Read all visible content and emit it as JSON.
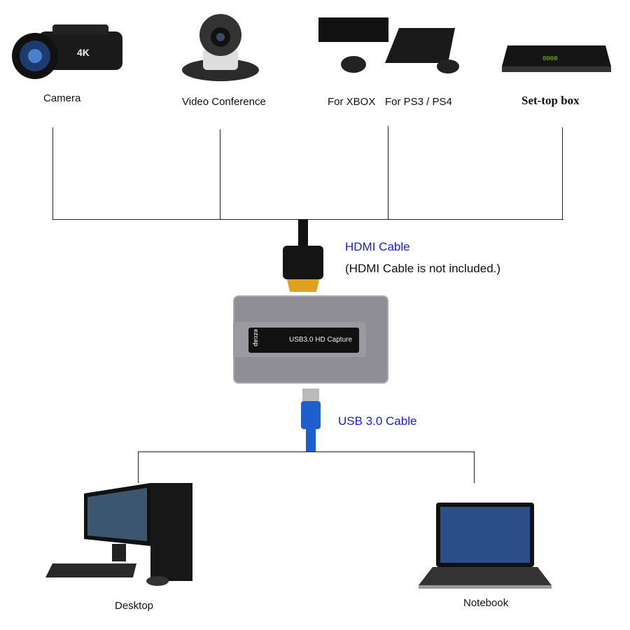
{
  "sources": [
    {
      "label": "Camera",
      "badge": "4K"
    },
    {
      "label": "Video Conference"
    },
    {
      "label": "For XBOX"
    },
    {
      "label": "For PS3 / PS4"
    },
    {
      "label": "Set-top box",
      "display": "0000"
    }
  ],
  "hdmi": {
    "title": "HDMI Cable",
    "note": "(HDMI Cable is not included.)"
  },
  "device": {
    "brand": "ezcap",
    "label": "USB3.0 HD Capture"
  },
  "usb": {
    "title": "USB 3.0 Cable"
  },
  "outputs": [
    {
      "label": "Desktop"
    },
    {
      "label": "Notebook"
    }
  ],
  "colors": {
    "link": "#1a1adb",
    "device": "#8a8a90",
    "usb": "#1e5fd0"
  }
}
